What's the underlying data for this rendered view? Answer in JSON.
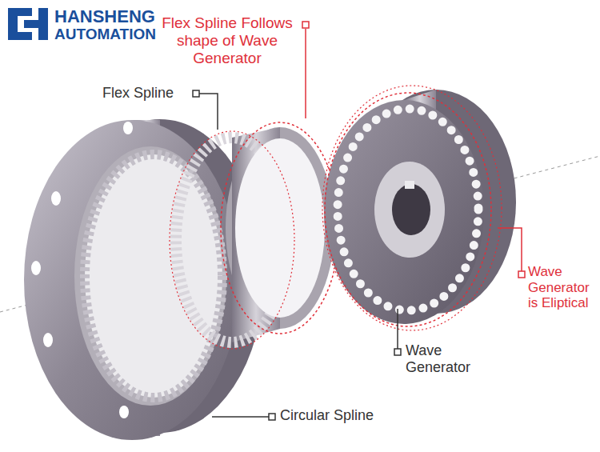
{
  "diagram": {
    "labels": [
      "HANSHENG",
      "AUTOMATION",
      "Flex Spline Follows shape of Wave Generator",
      "Flex Spline",
      "Wave Generator is Eliptical",
      "Wave Generator",
      "Circular Spline"
    ]
  }
}
